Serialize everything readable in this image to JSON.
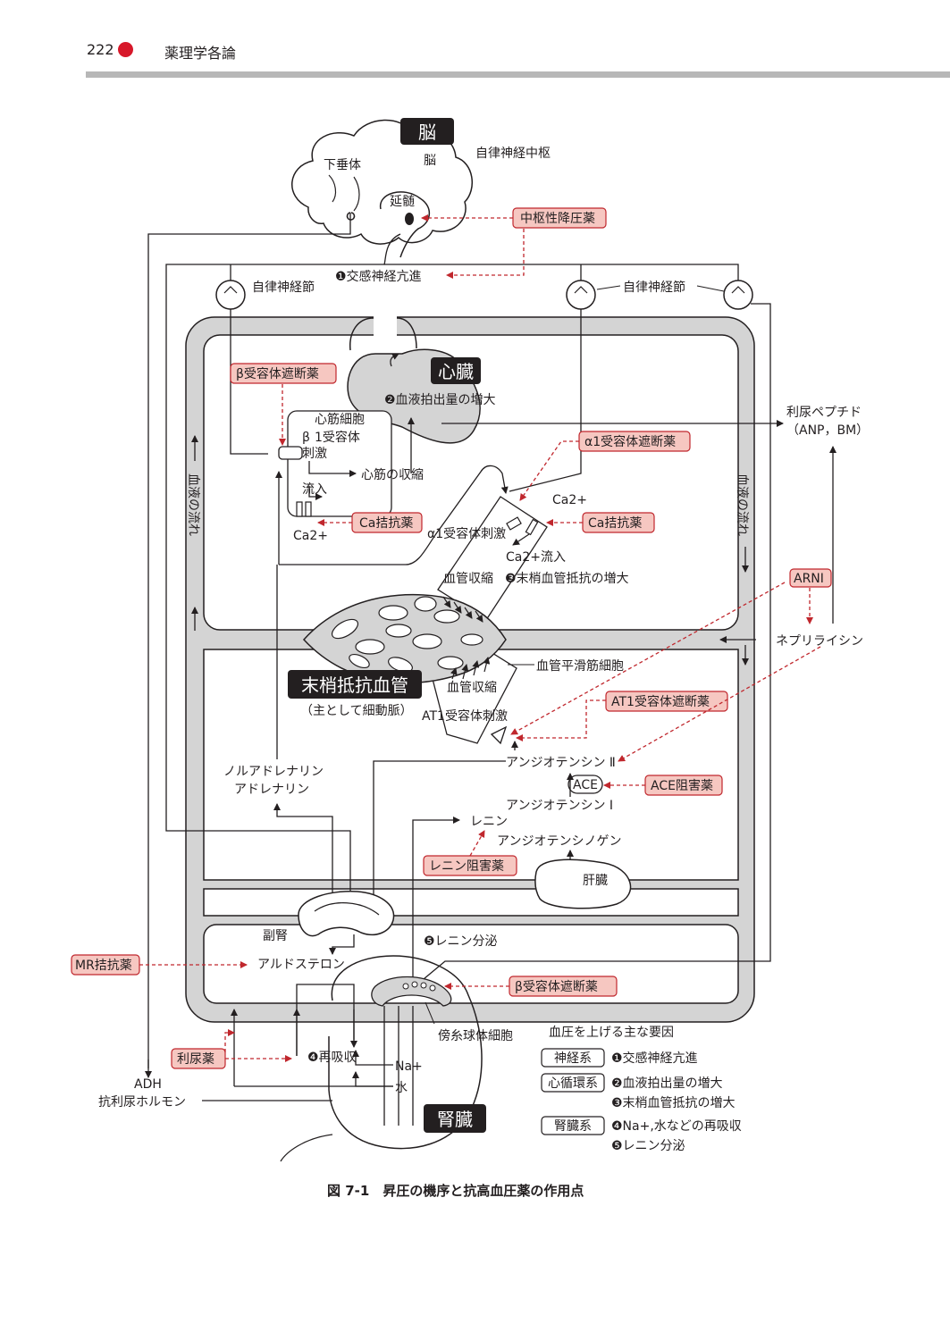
{
  "header": {
    "page_number": "222",
    "book_title": "薬理学各論"
  },
  "caption": "図 7-1　昇圧の機序と抗高血圧薬の作用点",
  "colors": {
    "accent": "#d7182a",
    "drug_fill": "#f6c7c1",
    "drug_stroke": "#c0272d",
    "tube": "#d4d4d4"
  },
  "brain": {
    "title": "脳",
    "label": "脳",
    "pituitary": "下垂体",
    "medulla": "延髄",
    "center": "自律神経中枢"
  },
  "nerve": {
    "ganglion_left": "自律神経節",
    "ganglion_right": "自律神経節",
    "sympathetic": "❶交感神経亢進"
  },
  "heart": {
    "title": "心臓",
    "output": "❷血液拍出量の増大",
    "cell": "心筋細胞",
    "beta1_stim_a": "β",
    "beta1_stim_b": "1受容体",
    "beta1_stim_c": "刺激",
    "contraction": "心筋の収縮",
    "influx": "流入",
    "ca": "Ca2+"
  },
  "vessel": {
    "title": "末梢抵抗血管",
    "subtitle": "（主として細動脈）",
    "alpha1_stim": "α1受容体刺激",
    "ca_influx": "Ca2+流入",
    "ca": "Ca2+",
    "constriction_upper": "血管収縮",
    "resistance": "❸末梢血管抵抗の増大",
    "smooth_muscle": "血管平滑筋細胞",
    "constriction_lower": "血管収縮",
    "at1_stim": "AT1受容体刺激"
  },
  "flow": {
    "left": "血液の流れ",
    "right": "血液の流れ"
  },
  "peptide": {
    "name": "利尿ペプチド",
    "abbr": "（ANP，BM）",
    "neprilysin": "ネプリライシン"
  },
  "raas": {
    "ang2": "アンジオテンシン Ⅱ",
    "ace": "ACE",
    "ang1": "アンジオテンシン Ⅰ",
    "renin": "レニン",
    "angiotensinogen": "アンジオテンシノゲン",
    "liver": "肝臓",
    "noradrenaline": "ノルアドレナリン",
    "adrenaline": "アドレナリン",
    "adrenal": "副腎",
    "aldosterone": "アルドステロン",
    "renin_secretion": "❺レニン分泌"
  },
  "kidney": {
    "title": "腎臓",
    "reabsorption": "❹再吸収",
    "na": "Na+",
    "water": "水",
    "juxtaglomerular": "傍糸球体細胞",
    "adh": "ADH",
    "adh_full": "抗利尿ホルモン"
  },
  "drugs": {
    "central": "中枢性降圧薬",
    "beta_blocker": "β受容体遮断薬",
    "alpha1_blocker": "α1受容体遮断薬",
    "ca_antagonist_heart": "Ca拮抗薬",
    "ca_antagonist_vessel": "Ca拮抗薬",
    "arni": "ARNI",
    "at1_blocker": "AT1受容体遮断薬",
    "ace_inhibitor": "ACE阻害薬",
    "renin_inhibitor": "レニン阻害薬",
    "mr_antagonist": "MR拮抗薬",
    "diuretic": "利尿薬",
    "beta_blocker_kidney": "β受容体遮断薬"
  },
  "legend": {
    "title": "血圧を上げる主な要因",
    "cat_nerve": "神経系",
    "nerve_1": "❶交感神経亢進",
    "cat_circ": "心循環系",
    "circ_2": "❷血液拍出量の増大",
    "circ_3": "❸末梢血管抵抗の増大",
    "cat_kidney": "腎臓系",
    "kidney_4": "❹Na+,水などの再吸収",
    "kidney_5": "❺レニン分泌"
  }
}
